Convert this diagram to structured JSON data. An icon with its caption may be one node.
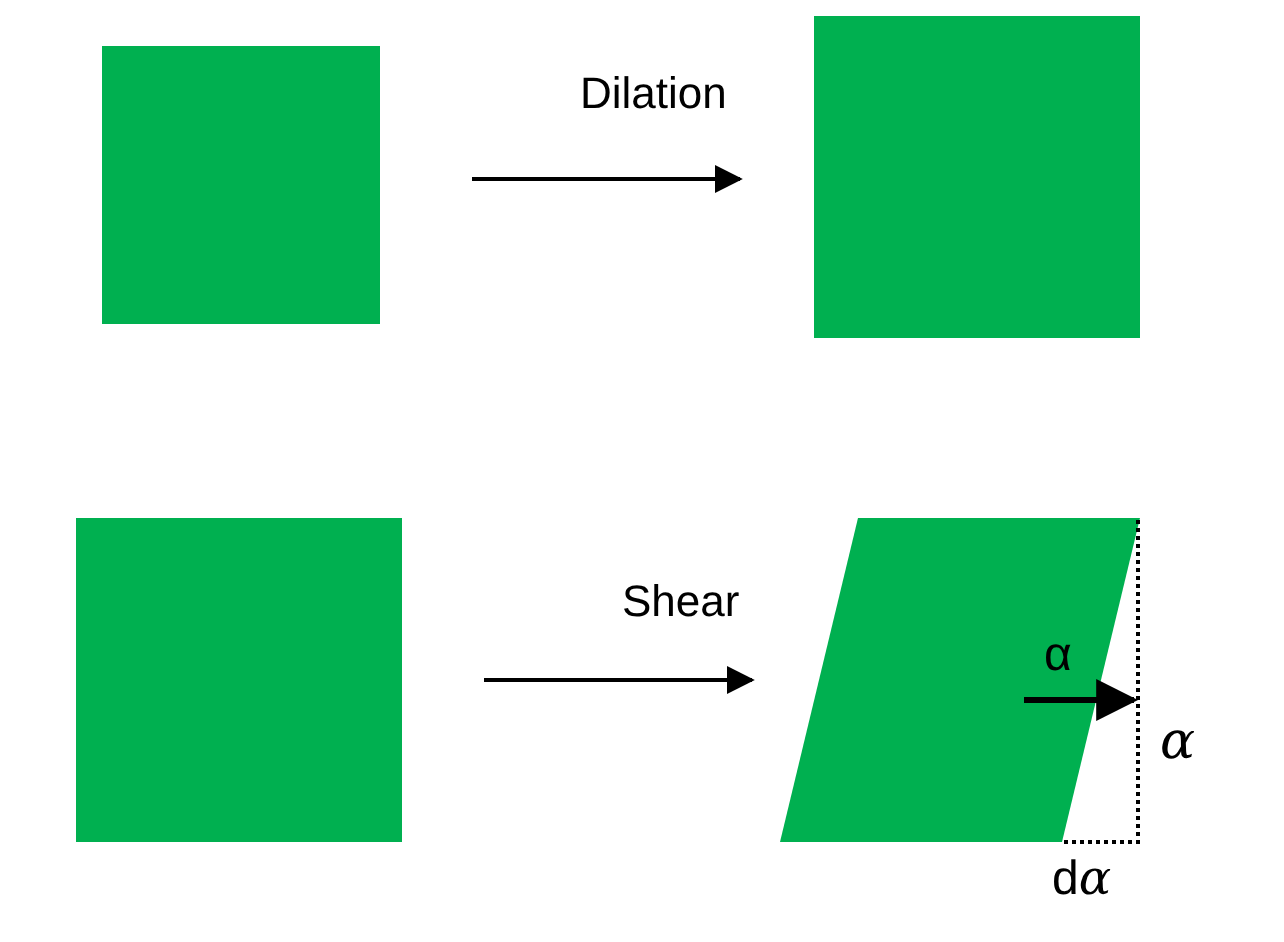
{
  "diagram": {
    "nodes": [
      {
        "text": [],
        "shape": "box"
      },
      {
        "text": [],
        "shape": "box"
      },
      {
        "text": [],
        "shape": "box"
      },
      {
        "text": [],
        "shape": "parallelogram"
      }
    ],
    "edges": [
      {
        "from": 0,
        "to": 1,
        "arrow": "to",
        "label": "Dilation"
      },
      {
        "from": 2,
        "to": 3,
        "arrow": "to",
        "label": "Shear"
      }
    ],
    "labels": [
      "α",
      "α",
      "dα"
    ]
  }
}
